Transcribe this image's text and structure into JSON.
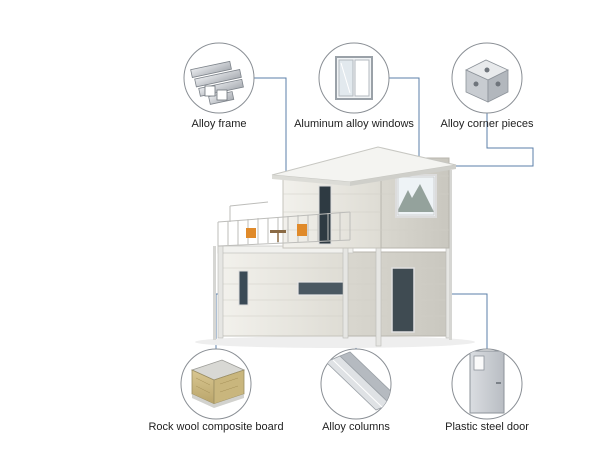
{
  "callouts": [
    {
      "id": "alloy-frame",
      "label": "Alloy frame",
      "icon": "aluminum-profile-icon"
    },
    {
      "id": "aluminum-alloy-windows",
      "label": "Aluminum alloy windows",
      "icon": "window-icon"
    },
    {
      "id": "alloy-corner-pieces",
      "label": "Alloy corner pieces",
      "icon": "corner-bracket-icon"
    },
    {
      "id": "rock-wool-composite-board",
      "label": "Rock wool composite board",
      "icon": "rock-wool-board-icon"
    },
    {
      "id": "alloy-columns",
      "label": "Alloy columns",
      "icon": "alloy-column-icon"
    },
    {
      "id": "plastic-steel-door",
      "label": "Plastic steel door",
      "icon": "steel-door-icon"
    }
  ],
  "colors": {
    "leader_line": "#5b7fa8",
    "circle_border": "#8a8f95",
    "wall": "#ebe9e2",
    "roof": "#f4f4f1",
    "trim": "#cfd2d4"
  }
}
